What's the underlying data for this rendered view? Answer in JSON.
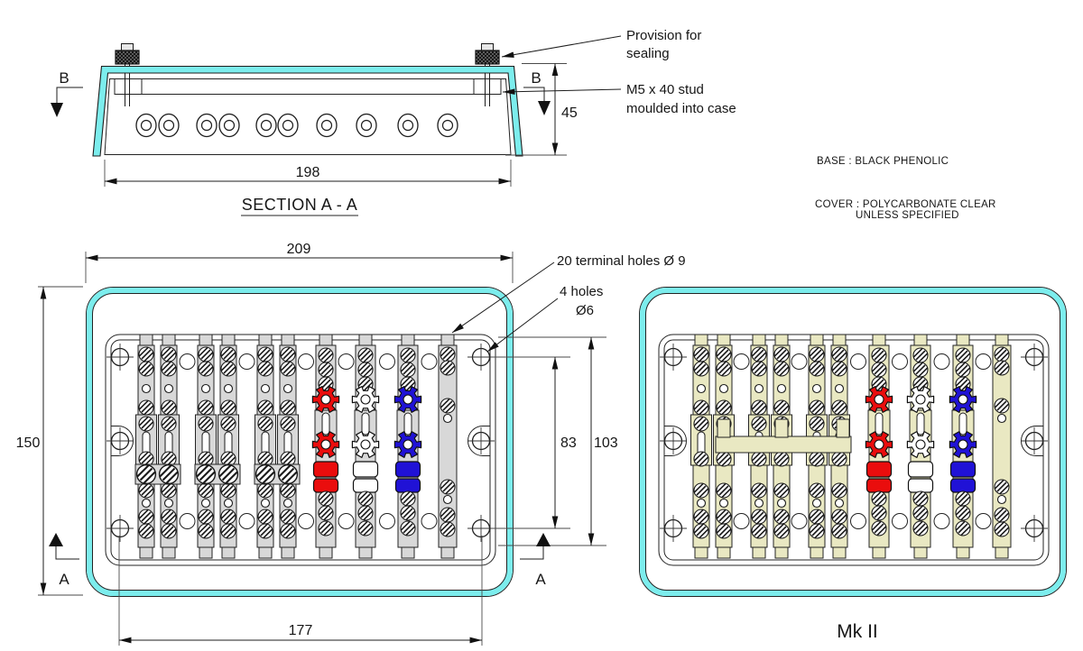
{
  "section_view": {
    "title": "SECTION A - A",
    "width_dim": "198",
    "height_dim": "45",
    "section_marker": "B",
    "callout_sealing_line1": "Provision for",
    "callout_sealing_line2": "sealing",
    "callout_stud_line1": "M5 x 40  stud",
    "callout_stud_line2": "moulded  into  case"
  },
  "material_notes": {
    "base": "BASE : BLACK  PHENOLIC",
    "cover_line1": "COVER : POLYCARBONATE  CLEAR",
    "cover_line2": "UNLESS  SPECIFIED"
  },
  "front_view": {
    "overall_width_dim": "209",
    "overall_height_dim": "150",
    "hole_span_height_dim": "83",
    "base_height_dim": "103",
    "base_span_width_dim": "177",
    "section_marker": "A",
    "callout_terminal_holes": "20  terminal  holes  Ø 9",
    "callout_fixing_holes_line1": "4  holes",
    "callout_fixing_holes_line2": "Ø6"
  },
  "mk2_view": {
    "label": "Mk II"
  },
  "colors": {
    "cover_cyan": "#7ceded",
    "strip_gray": "#d8d8d8",
    "strip_cream": "#e9e8c2",
    "terminal_red": "#ea0d0d",
    "terminal_white": "#ffffff",
    "terminal_blue": "#2012d6"
  }
}
